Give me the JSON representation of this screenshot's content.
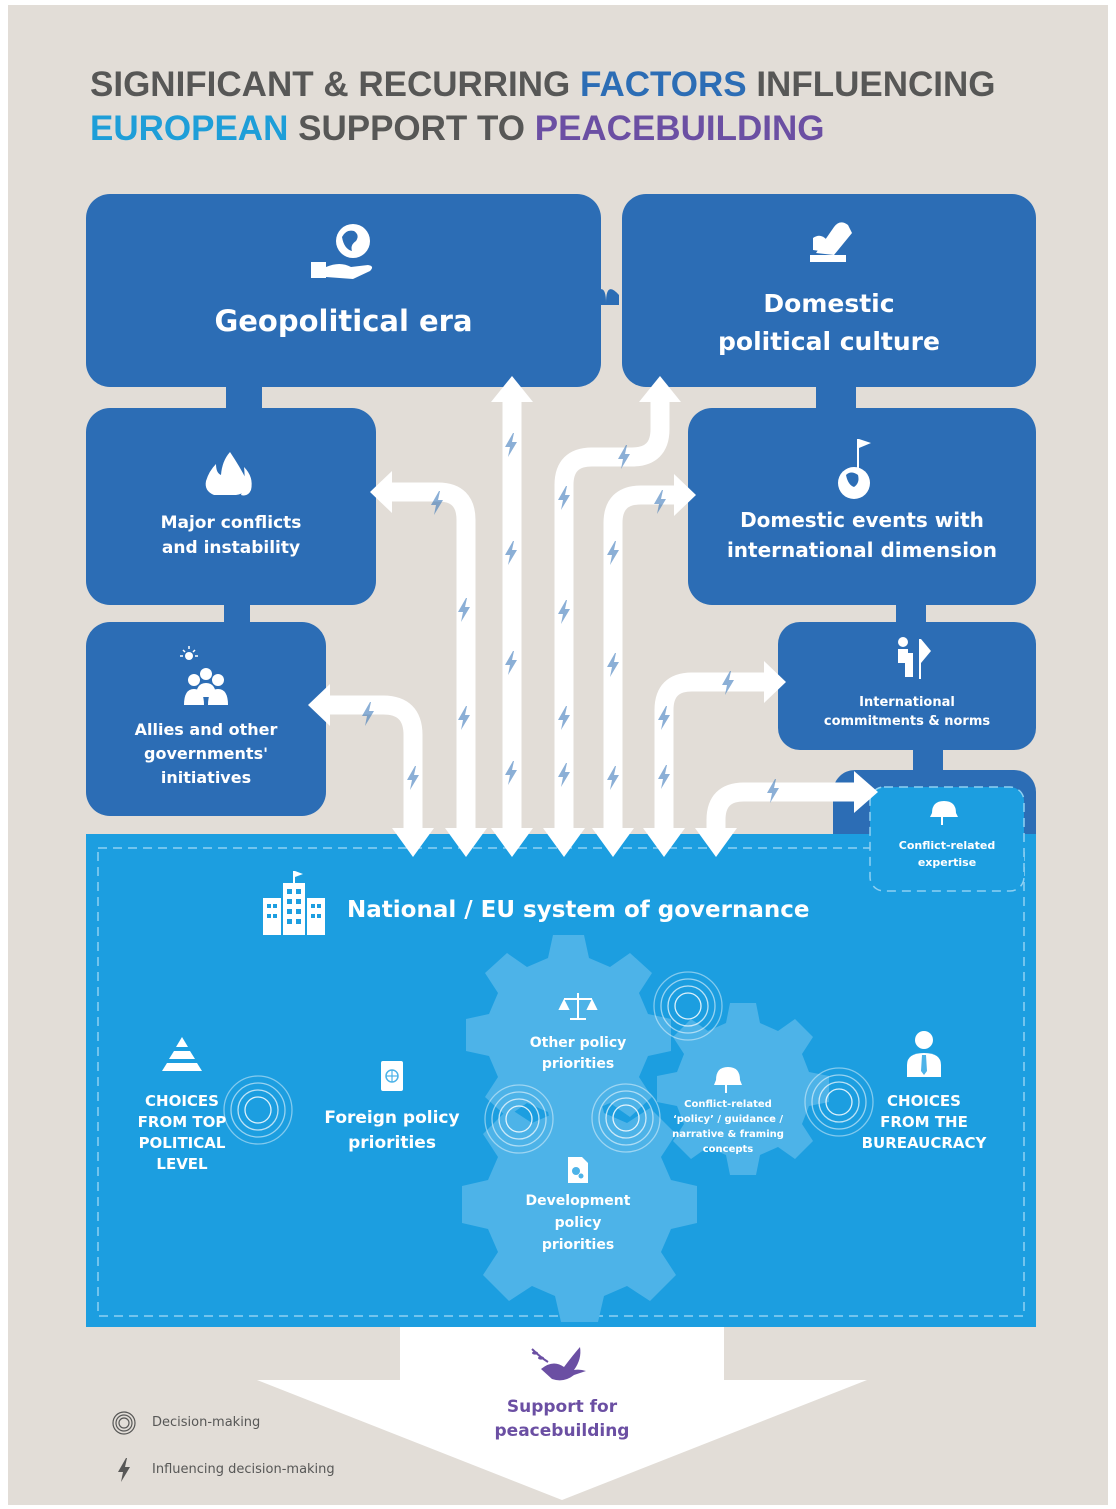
{
  "title": {
    "line1": {
      "part1": "SIGNIFICANT & RECURRING ",
      "part2": "FACTORS",
      "part3": " INFLUENCING"
    },
    "line2": {
      "part1": "EUROPEAN",
      "part2": " SUPPORT TO ",
      "part3": "PEACEBUILDING"
    }
  },
  "boxes": {
    "geopolitical": {
      "label": "Geopolitical era",
      "icon": "globe-in-hand-icon"
    },
    "domestic_culture": {
      "line1": "Domestic",
      "line2": "political culture",
      "icon": "ballot-voting-icon"
    },
    "major_conflicts": {
      "line1": "Major conflicts",
      "line2": "and instability",
      "icon": "fire-icon"
    },
    "domestic_events": {
      "line1": "Domestic events with",
      "line2": "international dimension",
      "icon": "globe-flag-icon"
    },
    "allies": {
      "line1": "Allies and other",
      "line2": "governments'",
      "line3": "initiatives",
      "icon": "people-idea-icon"
    },
    "international": {
      "line1": "International",
      "line2": "commitments & norms",
      "icon": "speaker-podium-icon"
    },
    "expertise": {
      "line1": "Conflict-related",
      "line2": "expertise",
      "icon": "helmet-icon"
    }
  },
  "governance": {
    "label": "National / EU system of governance",
    "icon": "building-icon",
    "choices_top": {
      "line1": "CHOICES",
      "line2": "FROM TOP",
      "line3": "POLITICAL",
      "line4": "LEVEL",
      "icon": "pyramid-icon"
    },
    "choices_bureaucracy": {
      "line1": "CHOICES",
      "line2": "FROM THE",
      "line3": "BUREAUCRACY",
      "icon": "official-person-icon"
    },
    "foreign_policy": {
      "line1": "Foreign policy",
      "line2": "priorities",
      "icon": "passport-icon"
    },
    "other_policy": {
      "line1": "Other policy",
      "line2": "priorities",
      "icon": "scales-icon"
    },
    "development_policy": {
      "line1": "Development",
      "line2": "policy",
      "line3": "priorities",
      "icon": "gear-document-icon"
    },
    "conflict_policy": {
      "line1": "Conflict-related",
      "line2": "‘policy’ / guidance /",
      "line3": "narrative & framing",
      "line4": "concepts",
      "icon": "helmet-icon"
    }
  },
  "outcome": {
    "line1": "Support for",
    "line2": "peacebuilding",
    "icon": "dove-olive-branch-icon"
  },
  "legend": {
    "decision": "Decision-making",
    "influence": "Influencing decision-making"
  },
  "colors": {
    "background": "#e2ddd7",
    "dark_blue": "#2c6db5",
    "light_blue": "#1c9ee0",
    "gear": "#4db3e8",
    "purple": "#6b4fa3",
    "gray_text": "#575756"
  }
}
